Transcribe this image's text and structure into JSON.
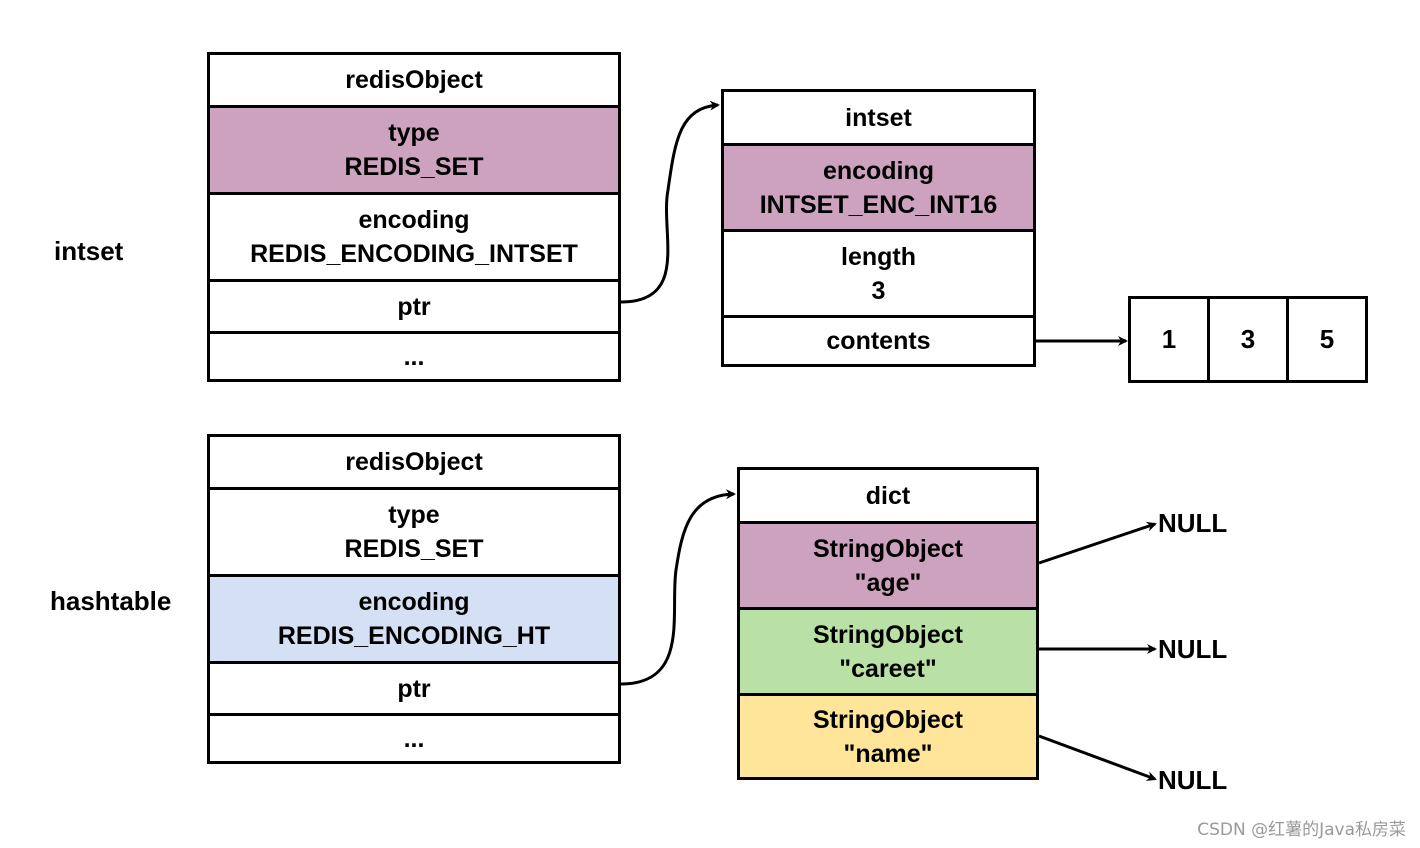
{
  "colors": {
    "purple": "#cda2be",
    "blue": "#d4e1f5",
    "green": "#b9e0a5",
    "yellow": "#ffe599",
    "white": "#ffffff",
    "border": "#000000"
  },
  "intset_section": {
    "label": "intset",
    "redis_object": {
      "header": "redisObject",
      "type_label": "type",
      "type_value": "REDIS_SET",
      "encoding_label": "encoding",
      "encoding_value": "REDIS_ENCODING_INTSET",
      "ptr": "ptr",
      "more": "..."
    },
    "intset": {
      "header": "intset",
      "encoding_label": "encoding",
      "encoding_value": "INTSET_ENC_INT16",
      "length_label": "length",
      "length_value": "3",
      "contents": "contents"
    },
    "contents_array": [
      "1",
      "3",
      "5"
    ]
  },
  "hashtable_section": {
    "label": "hashtable",
    "redis_object": {
      "header": "redisObject",
      "type_label": "type",
      "type_value": "REDIS_SET",
      "encoding_label": "encoding",
      "encoding_value": "REDIS_ENCODING_HT",
      "ptr": "ptr",
      "more": "..."
    },
    "dict": {
      "header": "dict",
      "entries": [
        {
          "label": "StringObject",
          "value": "\"age\"",
          "null": "NULL"
        },
        {
          "label": "StringObject",
          "value": "\"careet\"",
          "null": "NULL"
        },
        {
          "label": "StringObject",
          "value": "\"name\"",
          "null": "NULL"
        }
      ]
    }
  },
  "watermark": "CSDN @红薯的Java私房菜"
}
